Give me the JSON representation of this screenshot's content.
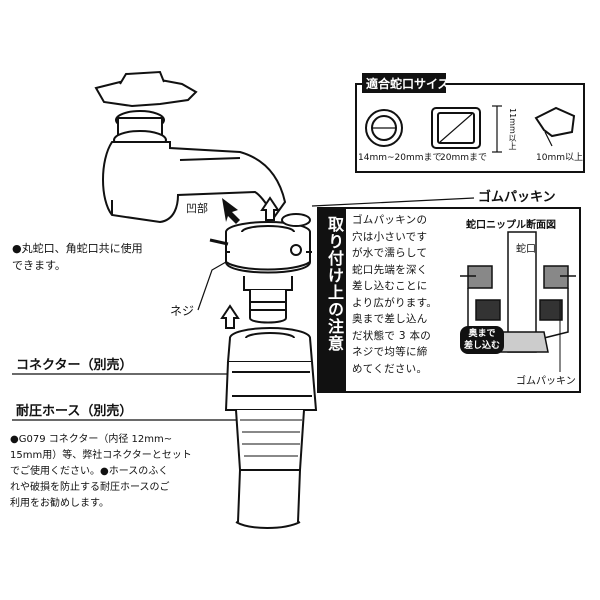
{
  "size_box": {
    "title": "適合蛇口サイズ",
    "round_caption": "14mm~20mmまで",
    "square_caption": "20mmまで",
    "height_label": "11mm以上",
    "spout_caption": "10mm以上"
  },
  "faucet": {
    "recess_label": "凹部",
    "screw_label": "ネジ",
    "note_lines": [
      "●丸蛇口、角蛇口共に使用",
      "できます。"
    ]
  },
  "gasket_label": "ゴムパッキン",
  "caution": {
    "heading": "取り付け上の注意",
    "lines": [
      "ゴムパッキンの",
      "穴は小さいです",
      "が水で濡らして",
      "蛇口先端を深く",
      "差し込むことに",
      "より広がります。",
      "奥まで差し込ん",
      "だ状態で 3 本の",
      "ネジで均等に締",
      "めてください。"
    ]
  },
  "cross_section": {
    "title": "蛇口ニップル断面図",
    "faucet_label": "蛇口",
    "insert_badge": [
      "奥まで",
      "差し込む"
    ],
    "gasket_label": "ゴムパッキン"
  },
  "connector": {
    "label": "コネクター（別売）"
  },
  "hose": {
    "label": "耐圧ホース（別売）",
    "note_lines": [
      "●G079 コネクター（内径 12mm~",
      "15mm用）等、弊社コネクターとセット",
      "でご使用ください。●ホースのふく",
      "れや破損を防止する耐圧ホースのご",
      "利用をお勧めします。"
    ]
  }
}
